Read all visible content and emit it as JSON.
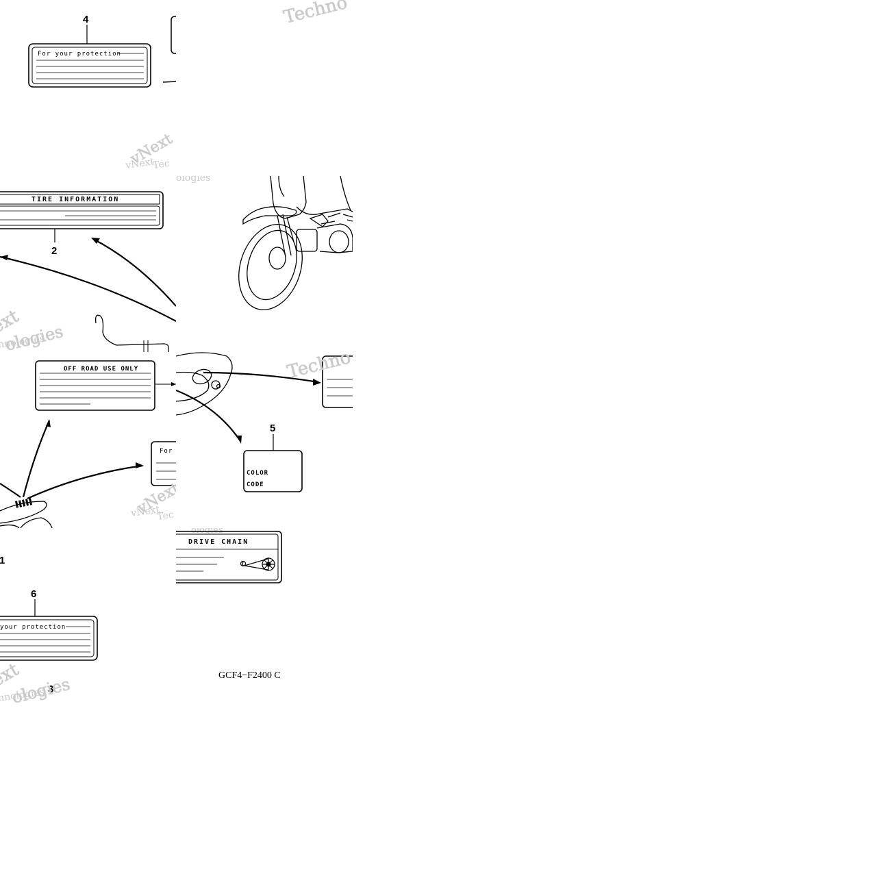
{
  "callouts": {
    "c1": "1",
    "c2": "2",
    "c3": "3",
    "c4": "4",
    "c5": "5",
    "c6": "6"
  },
  "labels": {
    "for_your_protection": "For your protection",
    "for_your_protection_partial": "your protection",
    "for_short": "For",
    "tire_information": "TIRE INFORMATION",
    "off_road_use_only": "OFF ROAD USE ONLY",
    "color": "COLOR",
    "code": "CODE",
    "drive_chain": "DRIVE CHAIN"
  },
  "part_code": "GCF4−F2400 C",
  "watermarks": {
    "brand": "vNext",
    "brand_partial": "ext",
    "company": "Technologies",
    "company_partial": "Techno",
    "tech_partial": "Tec",
    "chnologies": "chnologies",
    "ologies": "ologies"
  },
  "colors": {
    "line": "#000000",
    "background": "#ffffff",
    "watermark": "#c8c8c8"
  }
}
